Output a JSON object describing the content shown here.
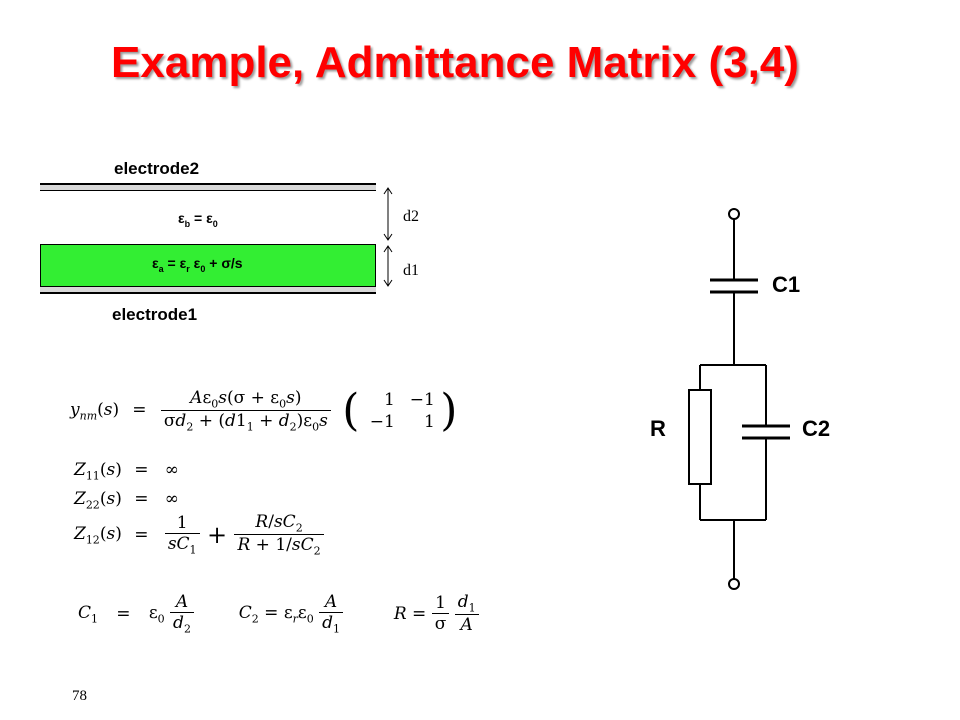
{
  "title": "Example, Admittance Matrix (3,4)",
  "page_number": "78",
  "capacitor_diagram": {
    "top_electrode_label": "electrode2",
    "bottom_electrode_label": "electrode1",
    "upper_layer_permittivity": "ε_b = ε_0",
    "lower_layer_permittivity": "ε_a = ε_r ε_0 + σ/s",
    "upper_thickness_label": "d2",
    "lower_thickness_label": "d1",
    "lower_layer_color": "#33ee33"
  },
  "circuit": {
    "c1_label": "C1",
    "c2_label": "C2",
    "r_label": "R"
  },
  "equations": {
    "ynm_lhs": "y_nm(s)",
    "ynm_num": "Aε0s(σ + ε0s)",
    "ynm_den": "σd2 + (d11 + d2)ε0s",
    "matrix_row1": [
      "1",
      "−1"
    ],
    "matrix_row2": [
      "−1",
      "1"
    ],
    "z11": "Z11(s) = ∞",
    "z22": "Z22(s) = ∞",
    "z12_lhs": "Z12(s)",
    "z12_term1_num": "1",
    "z12_term1_den": "sC1",
    "z12_term2_num": "R/sC2",
    "z12_term2_den": "R + 1/sC2",
    "c1_def_lhs": "C1",
    "c1_def_pre": "ε0",
    "c1_def_num": "A",
    "c1_def_den": "d2",
    "c2_def_lhs": "C2",
    "c2_def_pre": "εrε0",
    "c2_def_num": "A",
    "c2_def_den": "d1",
    "r_def_lhs": "R",
    "r_def_num": "1",
    "r_def_den": "σ",
    "r_def_num2": "d1",
    "r_def_den2": "A"
  }
}
